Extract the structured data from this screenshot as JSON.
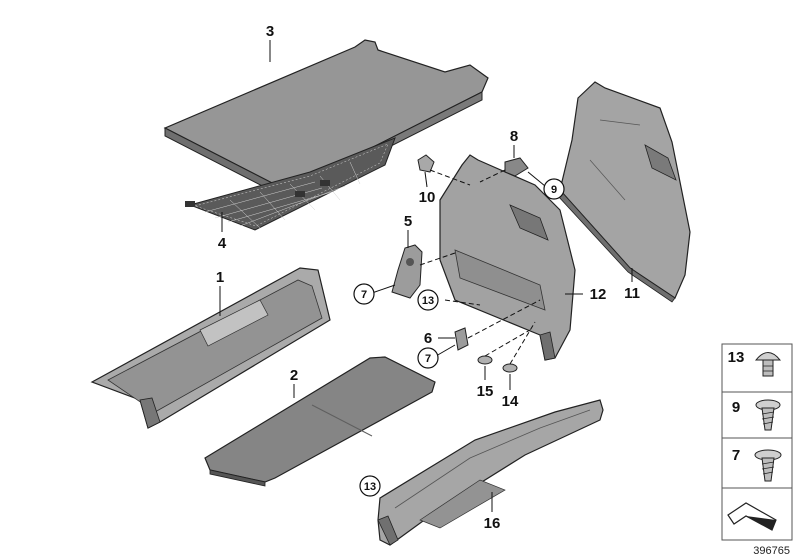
{
  "diagram": {
    "callouts": {
      "c1": "1",
      "c2": "2",
      "c3": "3",
      "c4": "4",
      "c5": "5",
      "c6": "6",
      "c7a": "7",
      "c7b": "7",
      "c8": "8",
      "c9": "9",
      "c10": "10",
      "c11": "11",
      "c12": "12",
      "c13a": "13",
      "c13b": "13",
      "c14": "14",
      "c15": "15",
      "c16": "16"
    },
    "legend": {
      "l13": "13",
      "l9": "9",
      "l7": "7"
    },
    "doc_number": "396765"
  },
  "colors": {
    "panel_fill": "#a3a3a3",
    "panel_dark": "#7e7e7e",
    "panel_light": "#c4c4c4",
    "mat_fill": "#8a8a8a",
    "outline": "#222222"
  }
}
